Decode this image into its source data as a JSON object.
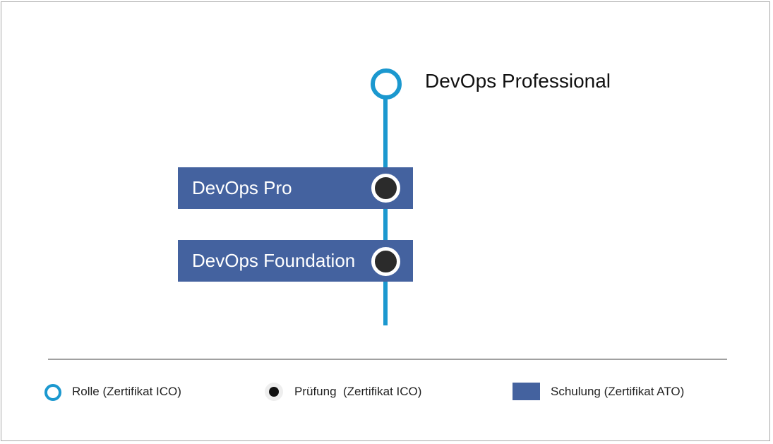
{
  "diagram": {
    "role": {
      "label": "DevOps Professional"
    },
    "courses": [
      {
        "label": "DevOps Pro"
      },
      {
        "label": "DevOps Foundation"
      }
    ]
  },
  "legend": {
    "items": [
      {
        "label": "Rolle (Zertifikat ICO)",
        "icon": "role-circle-icon"
      },
      {
        "label": "Prüfung  (Zertifikat ICO)",
        "icon": "exam-dot-icon"
      },
      {
        "label": "Schulung (Zertifikat ATO)",
        "icon": "course-box-icon"
      }
    ]
  },
  "colors": {
    "role_accent": "#1b98cf",
    "course_fill": "#44629f",
    "exam_fill": "#2b2b2b"
  }
}
